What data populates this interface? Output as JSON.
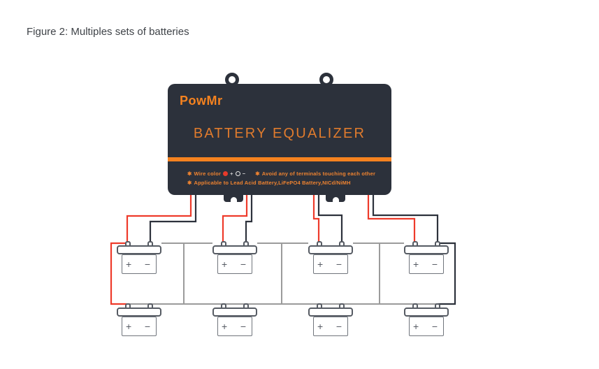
{
  "figure": {
    "caption": "Figure 2: Multiples sets of batteries"
  },
  "device": {
    "brand": "PowMr",
    "title": "BATTERY EQUALIZER",
    "notes": {
      "bullet": "✱",
      "wire_color_label": "Wire color",
      "plus": "+",
      "minus": "−",
      "warning": "Avoid any of terminals touching each other",
      "line2": "Applicable to Lead Acid Battery,LiFePO4 Battery,NICd/NiMH"
    }
  },
  "battery_labels": {
    "positive": "+",
    "negative": "−"
  },
  "battery_bank": {
    "rows": 2,
    "batteries_per_row": 4,
    "wire_pairs_from_device": 4
  },
  "colors": {
    "background": "#ffffff",
    "device_body": "#2c313b",
    "brand_orange": "#f5821f",
    "title_orange": "#e07b2d",
    "stripe_orange": "#f5821f",
    "note_orange": "#ef8330",
    "wire_red": "#ee3b2b",
    "wire_black": "#2d323c",
    "bus_gray": "#9b9b9b",
    "battery_outline": "#565b63",
    "caption_text": "#3f4348",
    "positive_dot_red": "#e83a2a",
    "open_circle_white": "#e6e6e6"
  }
}
